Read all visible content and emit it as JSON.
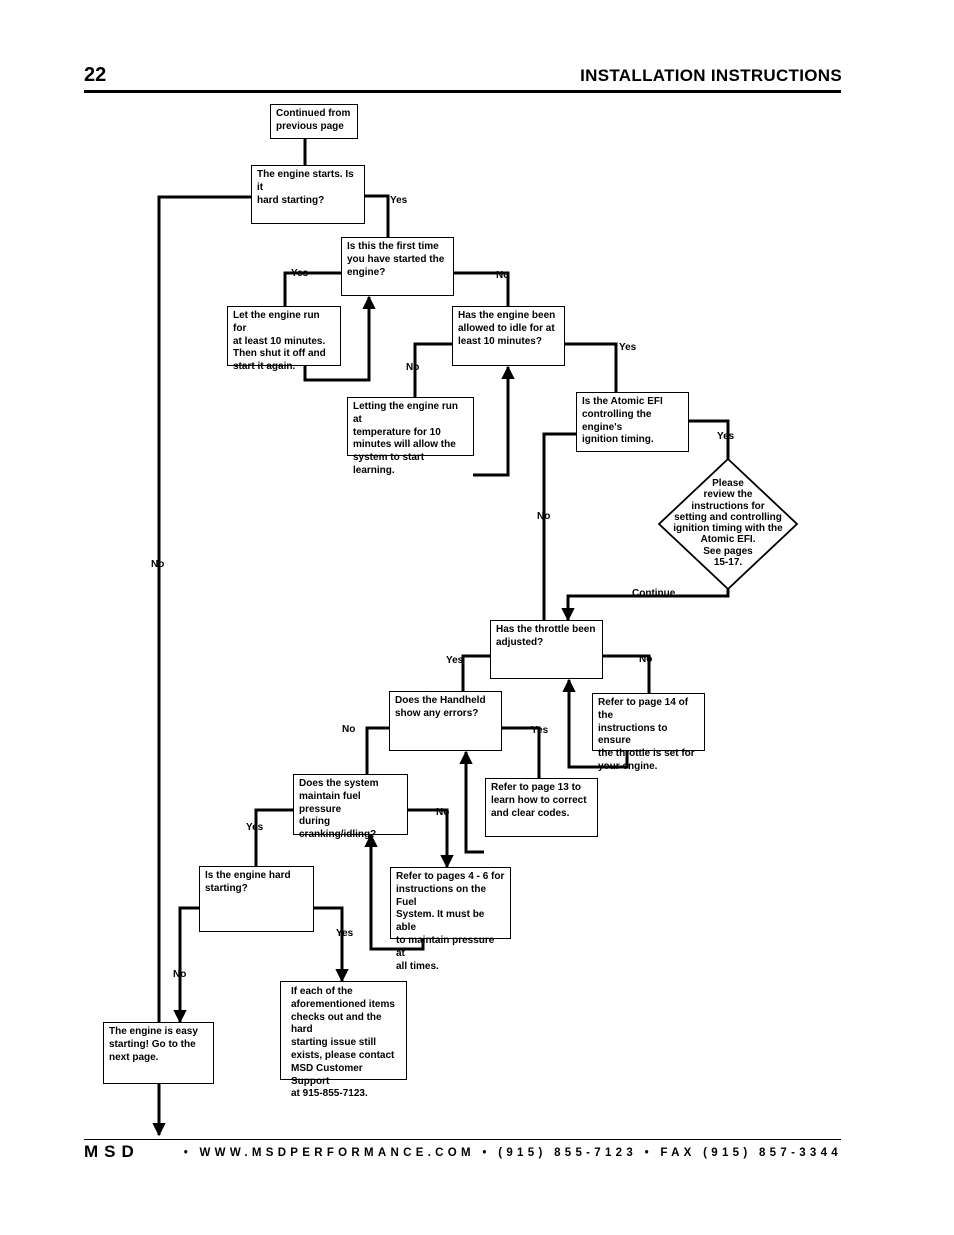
{
  "header": {
    "page_number": "22",
    "title": "INSTALLATION INSTRUCTIONS"
  },
  "footer": {
    "brand": "MSD",
    "contact": "•  WWW.MSDPERFORMANCE.COM  •  (915) 855-7123  •  FAX (915) 857-3344"
  },
  "boxes": {
    "start": "Continued from\nprevious page",
    "engine_starts": "The engine starts. Is it\nhard starting?",
    "first_time": "Is this the first time\nyou have started the\nengine?",
    "let_run": "Let the engine run for\nat least 10 minutes.\nThen shut it off and\nstart it again.",
    "idle_10": "Has the engine been\nallowed to idle for at\nleast 10 minutes?",
    "letting_run": "Letting the engine run at\ntemperature for 10\nminutes will allow the\nsystem to start learning.",
    "atomic_timing": "Is the Atomic EFI\ncontrolling the engine's\nignition timing.",
    "review": "Please\nreview the\ninstructions for\nsetting and controlling\nignition timing with the\nAtomic EFI.\nSee pages\n15-17.",
    "throttle": "Has the throttle been\nadjusted?",
    "page14": "Refer to page 14 of the\ninstructions to ensure\nthe throttle is set for\nyour engine.",
    "handheld": "Does the Handheld\nshow any errors?",
    "page13": "Refer to page 13 to\nlearn how to correct\nand clear codes.",
    "fuel_pressure": "Does the system\nmaintain fuel pressure\nduring\ncranking/idling?",
    "pages4_6": "Refer to pages 4 - 6 for\ninstructions on the Fuel\nSystem. It must be able\nto maintain pressure at\nall times.",
    "hard_starting": "Is the engine hard\nstarting?",
    "contact": "If each of the\naforementioned items\nchecks out and the hard\nstarting issue still\nexists, please contact\nMSD Customer Support\nat 915-855-7123.",
    "easy": "The engine is easy\nstarting! Go to the\nnext page."
  },
  "labels": {
    "yes": "Yes",
    "no": "No",
    "continue": "Continue"
  }
}
